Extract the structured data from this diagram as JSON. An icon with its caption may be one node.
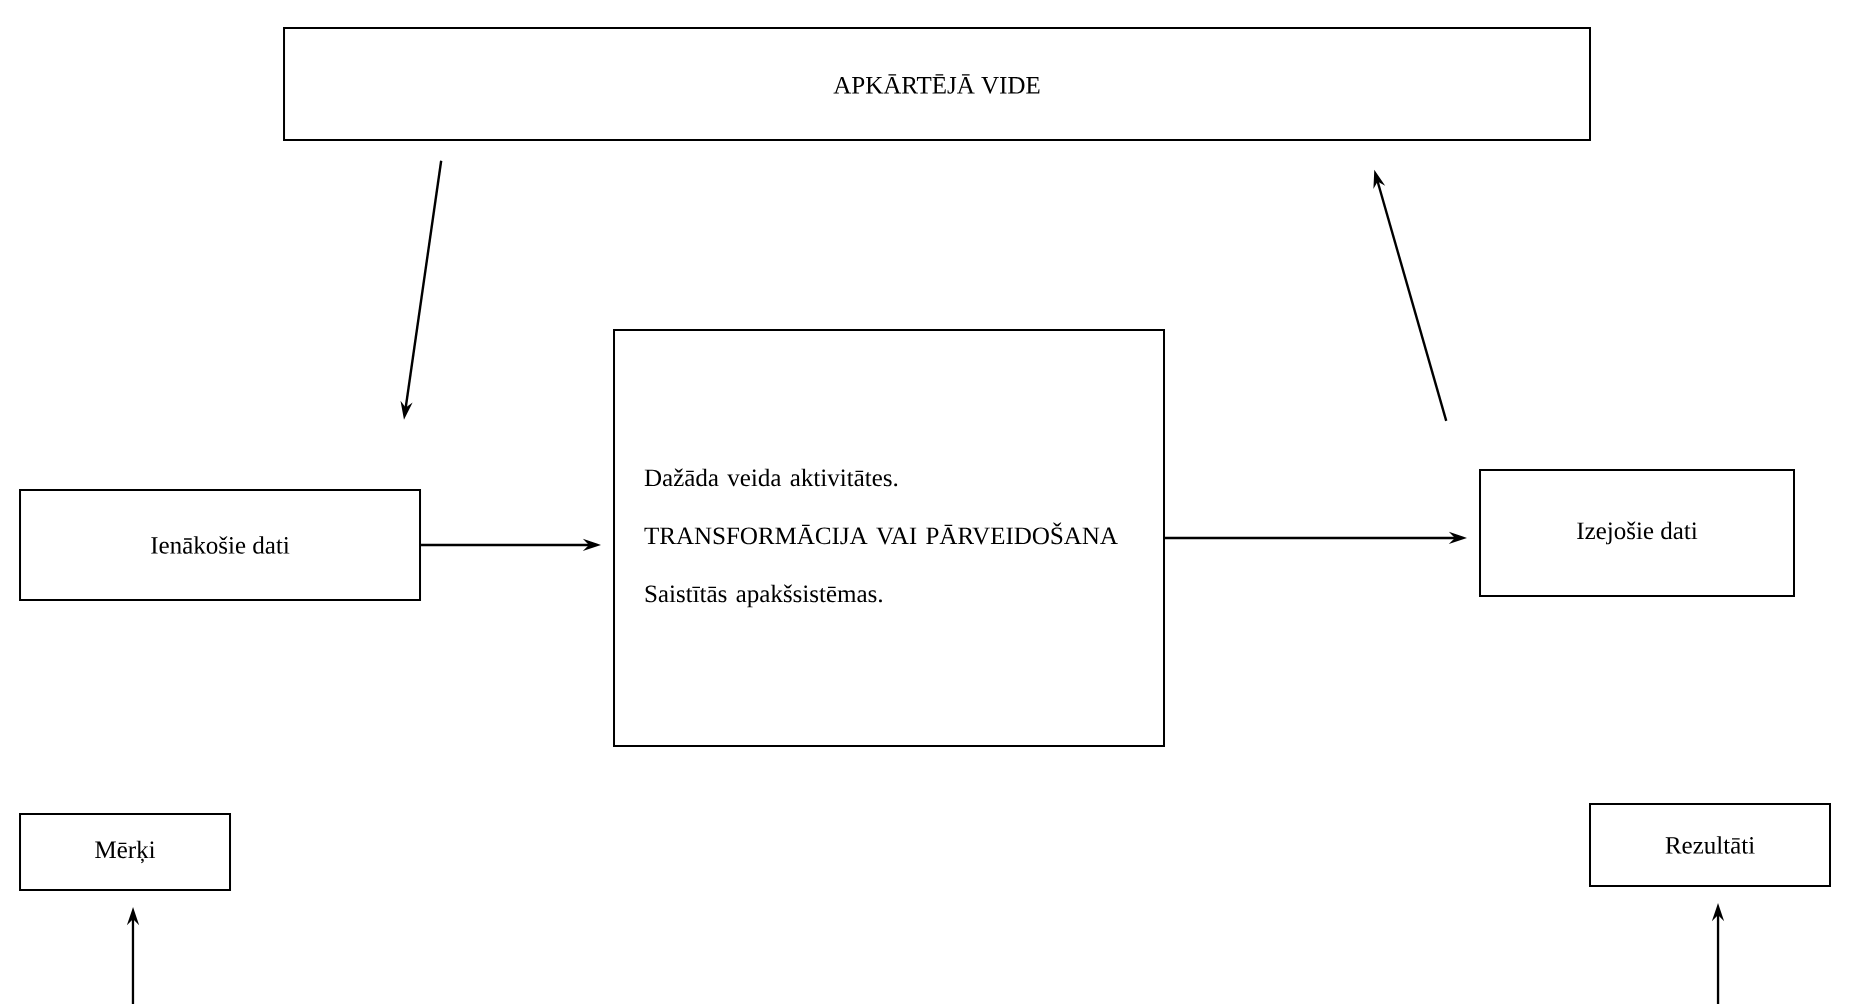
{
  "diagram": {
    "nodes": [
      {
        "text": [
          "APKĀRTĒJĀ VIDE"
        ]
      },
      {
        "text": [
          "Ienākošie dati"
        ]
      },
      {
        "text": [
          "Dažāda veida aktivitātes.",
          "TRANSFORMĀCIJA VAI PĀRVEIDOŠANA",
          "Saistītās apakšsistēmas."
        ]
      },
      {
        "text": [
          "Izejošie dati"
        ]
      },
      {
        "text": [
          "Mērķi"
        ]
      },
      {
        "text": [
          "Rezultāti"
        ]
      }
    ],
    "edges": [
      {
        "from": 0,
        "to": 1,
        "arrow": "to"
      },
      {
        "from": 1,
        "to": 2,
        "arrow": "to"
      },
      {
        "from": 2,
        "to": 3,
        "arrow": "to"
      },
      {
        "from": 3,
        "to": 0,
        "arrow": "to"
      },
      {
        "from": null,
        "to": 4,
        "arrow": "to"
      },
      {
        "from": null,
        "to": 5,
        "arrow": "to"
      }
    ]
  }
}
